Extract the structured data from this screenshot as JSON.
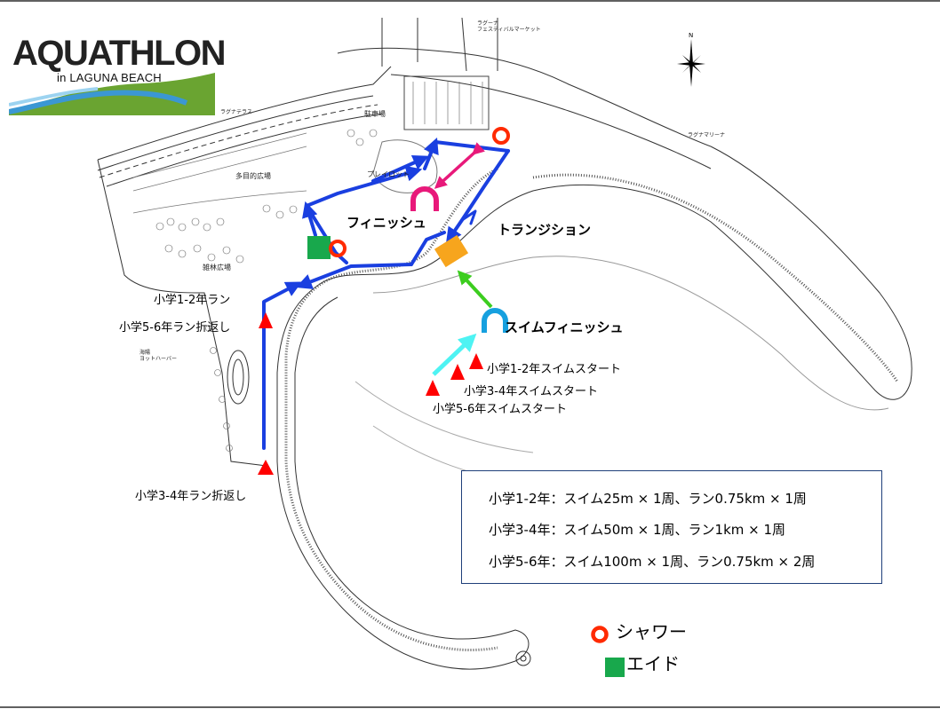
{
  "logo": {
    "title": "AQUATHLON",
    "subtitle": "in LAGUNA BEACH",
    "colors": {
      "green": "#6aa431",
      "blue": "#3b97d3"
    }
  },
  "map": {
    "labels": {
      "finish": "フィニッシュ",
      "transition": "トランジション",
      "swim_finish": "スイムフィニッシュ",
      "run_12": "小学1-2年ラン",
      "run_56_turn": "小学5-6年ラン折返し",
      "run_34_turn": "小学3-4年ラン折返し",
      "swim_start_12": "小学1-2年スイムスタート",
      "swim_start_34": "小学3-4年スイムスタート",
      "swim_start_56": "小学5-6年スイムスタート"
    },
    "base_labels": {
      "festival": "ラグーナ\nフェスティバルマーケット",
      "terrace": "ラグナテラス",
      "marina": "ラグナマリーナ",
      "parking": "駐車場",
      "plaza": "多目的広場",
      "play": "プレイロット",
      "forest": "雑林広場",
      "harbor": "海陽\nヨットハーバー"
    },
    "icons": {
      "north": "compass-north-icon",
      "shower": "shower-ring-icon",
      "aid": "aid-square-icon",
      "turn": "turn-cone-icon"
    },
    "colors": {
      "run_route": "#1a3fe0",
      "finish_arrow": "#e8197a",
      "transition_arrow": "#3ccd1f",
      "swim_arrow": "#4ef3f3",
      "transition_box": "#f7a51d",
      "swim_finish_arch": "#16a0df",
      "turn_cone": "#ff0000",
      "shower": "#ff2a00",
      "aid": "#18a84c"
    }
  },
  "info": {
    "lines": [
      "小学1-2年：スイム25m × 1周、ラン0.75km × 1周",
      "小学3-4年：スイム50m × 1周、ラン1km × 1周",
      "小学5-6年：スイム100m × 1周、ラン0.75km × 2周"
    ]
  },
  "legend": {
    "shower": "シャワー",
    "aid": "エイド"
  }
}
